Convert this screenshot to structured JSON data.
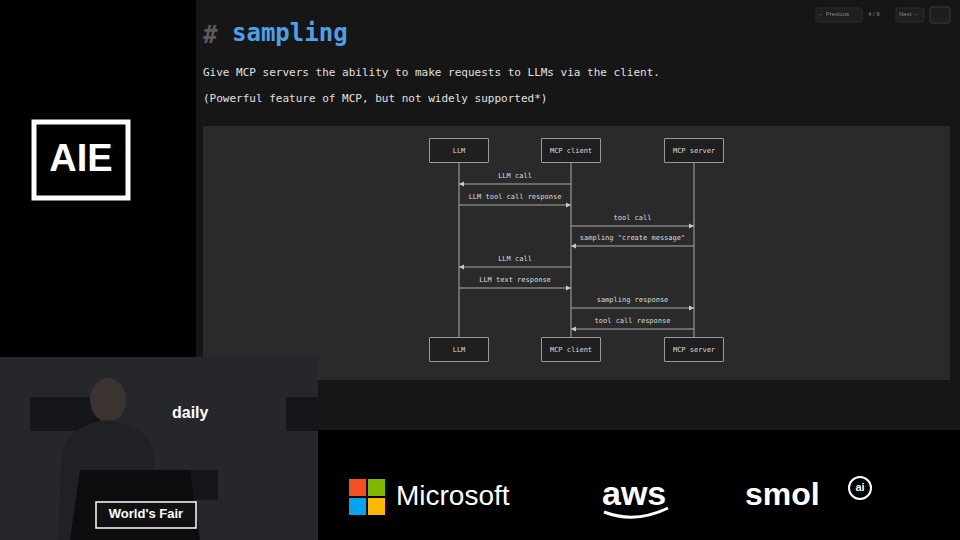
{
  "diagram": {
    "title": "sampling",
    "nodes": [
      {
        "text": [
          "LLM"
        ]
      },
      {
        "text": [
          "MCP client"
        ]
      },
      {
        "text": [
          "MCP server"
        ]
      },
      {
        "text": [
          "LLM"
        ]
      },
      {
        "text": [
          "MCP client"
        ]
      },
      {
        "text": [
          "MCP server"
        ]
      }
    ],
    "edges": [
      {
        "from": 0,
        "to": 3,
        "arrow": "none"
      },
      {
        "from": 1,
        "to": 4,
        "arrow": "none"
      },
      {
        "from": 2,
        "to": 5,
        "arrow": "none"
      },
      {
        "from": 1,
        "to": 0,
        "label": "LLM call",
        "arrow": "to"
      },
      {
        "from": 0,
        "to": 1,
        "label": "LLM tool call response",
        "arrow": "to"
      },
      {
        "from": 1,
        "to": 2,
        "label": "tool call",
        "arrow": "to"
      },
      {
        "from": 2,
        "to": 1,
        "label": "sampling \"create message\"",
        "arrow": "to"
      },
      {
        "from": 1,
        "to": 0,
        "label": "LLM call",
        "arrow": "to"
      },
      {
        "from": 0,
        "to": 1,
        "label": "LLM text response",
        "arrow": "to"
      },
      {
        "from": 1,
        "to": 2,
        "label": "sampling response",
        "arrow": "to"
      },
      {
        "from": 2,
        "to": 1,
        "label": "tool call response",
        "arrow": "to"
      }
    ],
    "labels": [
      "#",
      "Give MCP servers the ability to make requests to LLMs via the client.",
      "(Powerful feature of MCP, but not widely supported*)",
      "← Previous",
      "4 / 9",
      "Next →",
      "AIE",
      "daily",
      "World's Fair",
      "Microsoft",
      "aws",
      "smol",
      "ai"
    ]
  }
}
